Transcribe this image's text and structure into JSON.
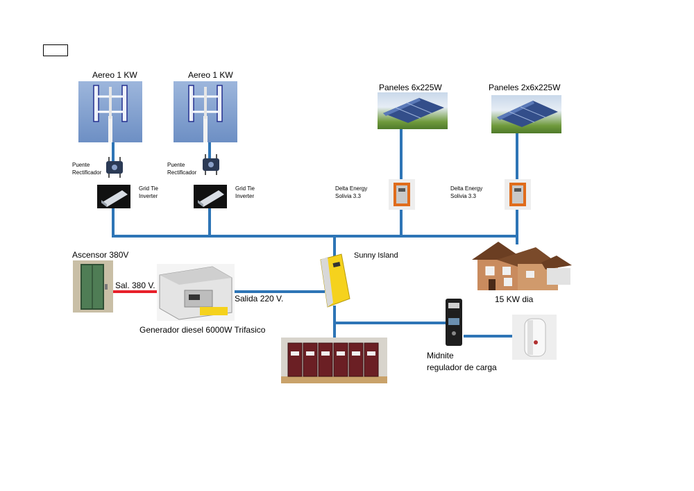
{
  "labels": {
    "turbine_1": "Aereo 1 KW",
    "turbine_2": "Aereo 1 KW",
    "panels_1": "Paneles 6x225W",
    "panels_2": "Paneles 2x6x225W",
    "rectifier_1": "Puente\nRectificador",
    "rectifier_2": "Puente\nRectificador",
    "inverter_1": "Grid Tie\nInverter",
    "inverter_2": "Grid Tie\nInverter",
    "solar_inverter_1": "Delta Energy\nSolivia 3.3",
    "solar_inverter_2": "Delta Energy\nSolivia 3.3",
    "sunny_island": "Sunny Island",
    "elevator": "Ascensor 380V",
    "sal_380": "Sal. 380 V.",
    "salida_220": "Salida 220 V.",
    "generator": "Generador diesel  6000W Trifasico",
    "house_consumption": "15 KW dia",
    "midnite": "Midnite\nregulador de carga"
  },
  "colors": {
    "dc_bus": "#2e75b6",
    "ac_380": "#e8202a",
    "inverter_yellow": "#f5d21d"
  },
  "icons": {
    "turbine": "vertical-wind-turbine",
    "solar_panel": "solar-panel-array",
    "rectifier": "bridge-rectifier",
    "grid_tie": "grid-tie-inverter",
    "solar_inverter": "string-inverter",
    "sunny_island": "battery-inverter",
    "house": "house",
    "elevator": "elevator-door",
    "generator": "diesel-generator",
    "battery_bank": "battery-bank",
    "charge_controller": "charge-controller",
    "water_heater": "electric-water-heater"
  }
}
